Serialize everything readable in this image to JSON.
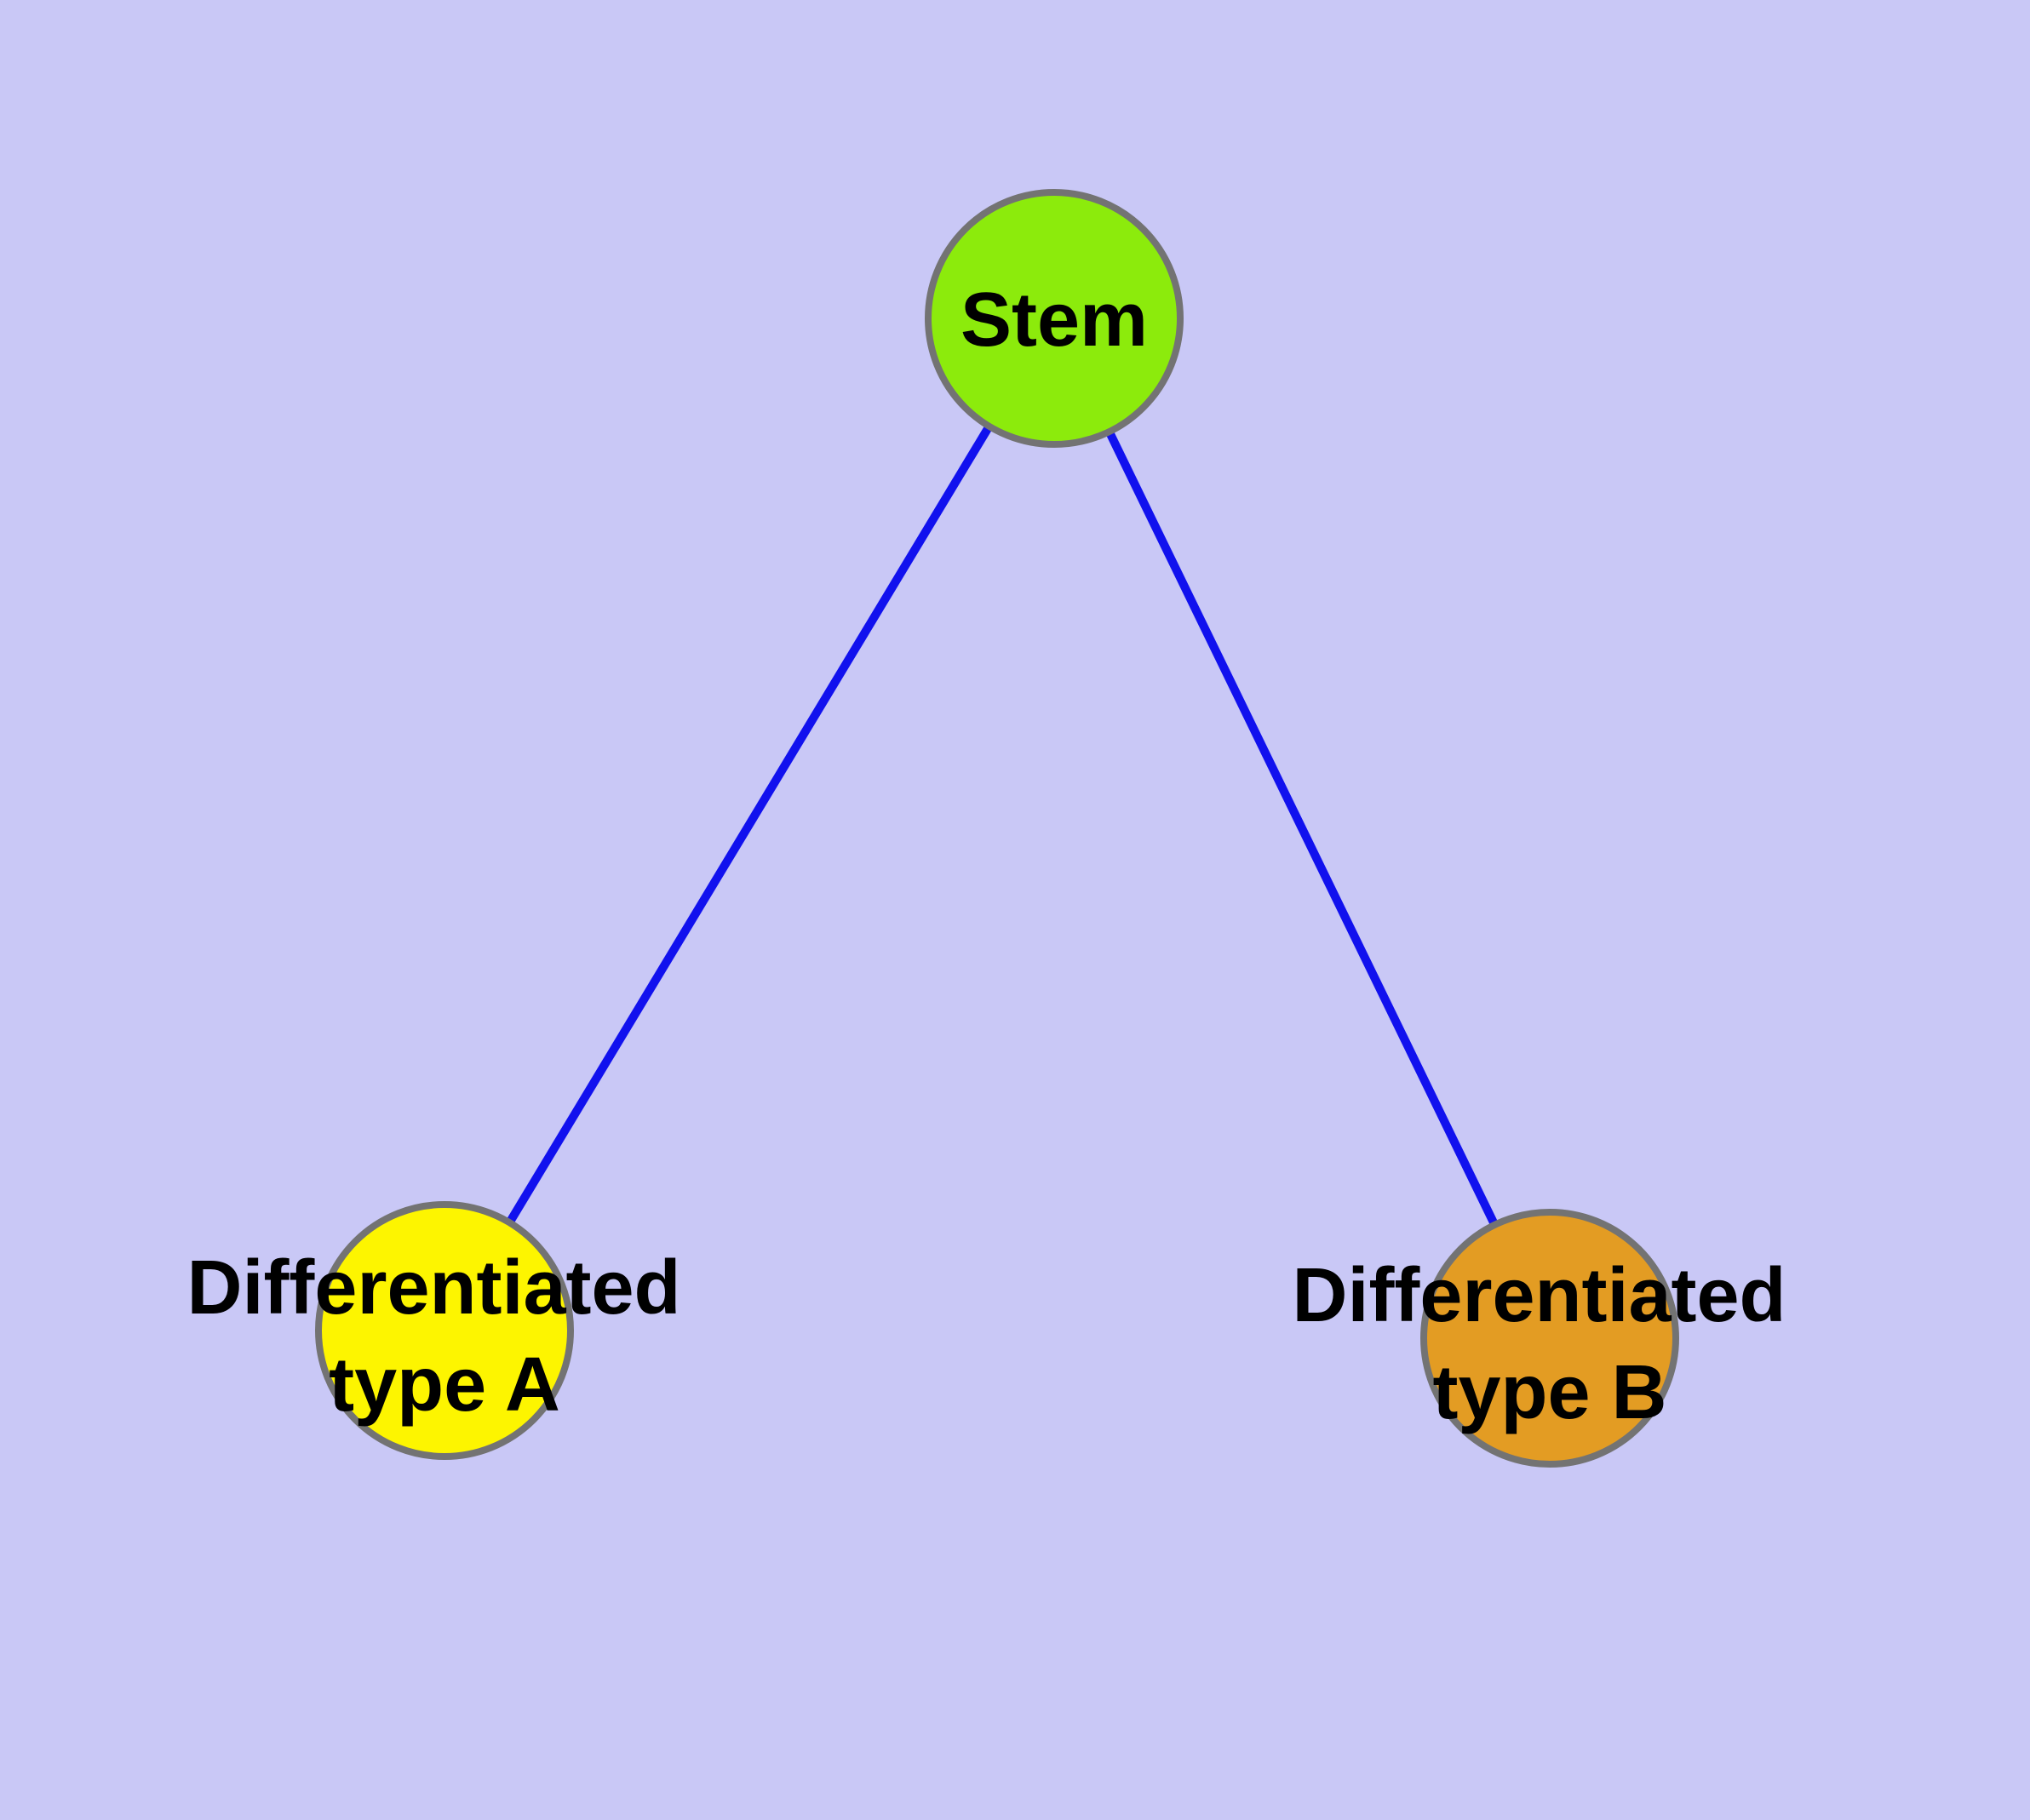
{
  "diagram": {
    "background_color": "#C9C8F6",
    "edge_color": "#1111EE",
    "node_border_color": "#737373",
    "text_color": "#000000",
    "nodes": [
      {
        "id": "stem",
        "label": "Stem",
        "label_lines": [
          "Stem"
        ],
        "fill": "#8CEB0C"
      },
      {
        "id": "differentiated-type-a",
        "label": "Differentiated type A",
        "label_lines": [
          "Differentiated",
          "type A"
        ],
        "fill": "#FDF500"
      },
      {
        "id": "differentiated-type-b",
        "label": "Differentiated type B",
        "label_lines": [
          "Differentiated",
          "type B"
        ],
        "fill": "#E39C23"
      }
    ],
    "edges": [
      {
        "from": "stem",
        "to": "differentiated-type-a"
      },
      {
        "from": "stem",
        "to": "differentiated-type-b"
      }
    ]
  }
}
